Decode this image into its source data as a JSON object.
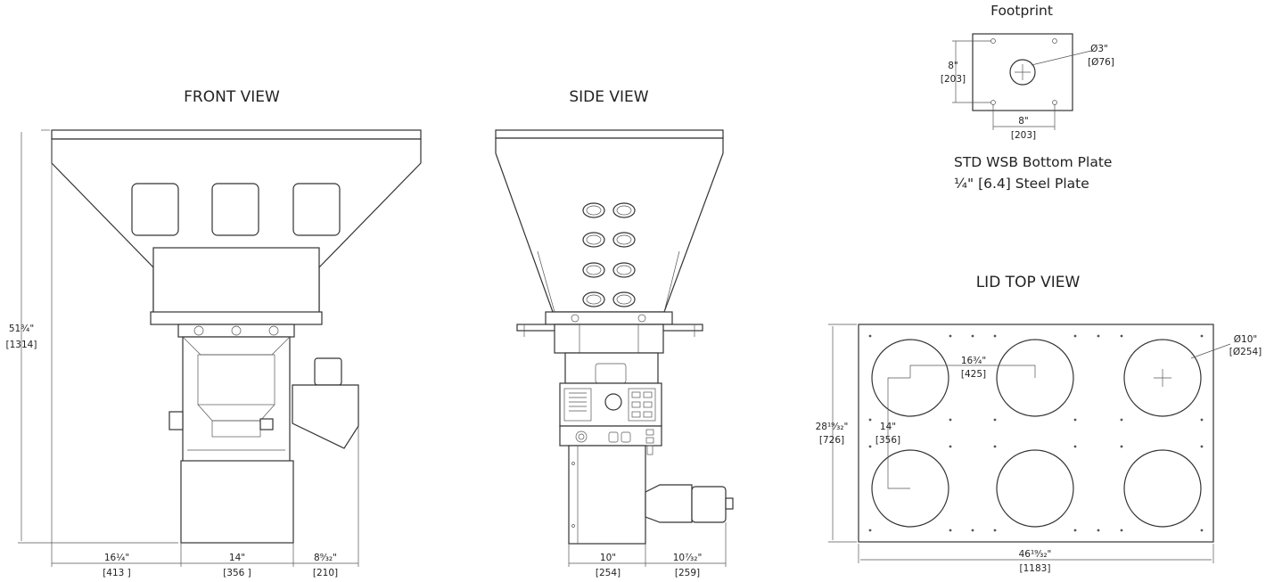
{
  "views": {
    "front": {
      "title": "FRONT VIEW",
      "height_in": "51¾\"",
      "height_mm": "[1314]",
      "left_in": "16¼\"",
      "left_mm": "[413 ]",
      "mid_in": "14\"",
      "mid_mm": "[356 ]",
      "right_in": "8⁹⁄₃₂\"",
      "right_mm": "[210]"
    },
    "side": {
      "title": "SIDE VIEW",
      "left_in": "10\"",
      "left_mm": "[254]",
      "right_in": "10⁷⁄₃₂\"",
      "right_mm": "[259]"
    },
    "footprint": {
      "title": "Footprint",
      "height_in": "8\"",
      "height_mm": "[203]",
      "width_in": "8\"",
      "width_mm": "[203]",
      "hole_in": "Ø3\"",
      "hole_mm": "[Ø76]",
      "note_line1": "STD WSB Bottom Plate",
      "note_line2": "¼\" [6.4] Steel Plate"
    },
    "lid": {
      "title": "LID TOP VIEW",
      "height_in": "28¹⁹⁄₃₂\"",
      "height_mm": "[726]",
      "width_in": "46¹⁹⁄₃₂\"",
      "width_mm": "[1183]",
      "hole_in": "Ø10\"",
      "hole_mm": "[Ø254]",
      "spacing_x_in": "16¾\"",
      "spacing_x_mm": "[425]",
      "spacing_y_in": "14\"",
      "spacing_y_mm": "[356]"
    }
  }
}
